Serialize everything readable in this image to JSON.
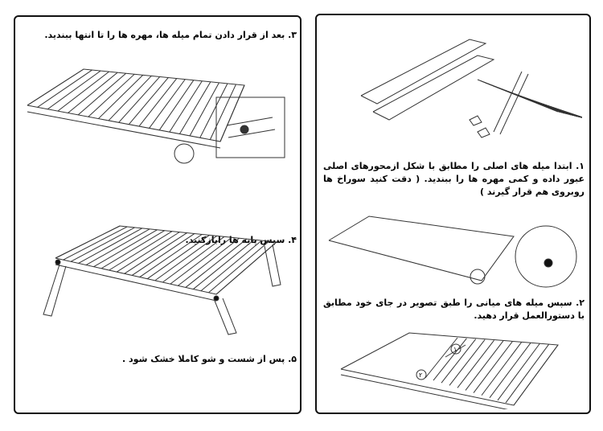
{
  "steps": {
    "s1": "۱. ابتدا میله های اصلی را مطابق با شکل ازمحورهای اصلی عبور داده و کمی مهره ها را ببندید. ( دقت کنید سوراخ ها روبروی هم قرار گیرند )",
    "s2": "۲. سپس میله های میانی را طبق تصویر در جای خود مطابق با دستورالعمل قرار دهید.",
    "s3": "۳. بعد از قرار دادن تمام میله ها، مهره ها را تا انتها ببندید.",
    "s4": "۴. سپس پایه ها رابازکنید.",
    "s5": "۵. پس از شست و شو کاملا خشک شود ."
  },
  "callouts": {
    "one": "۱",
    "two": "۲"
  }
}
